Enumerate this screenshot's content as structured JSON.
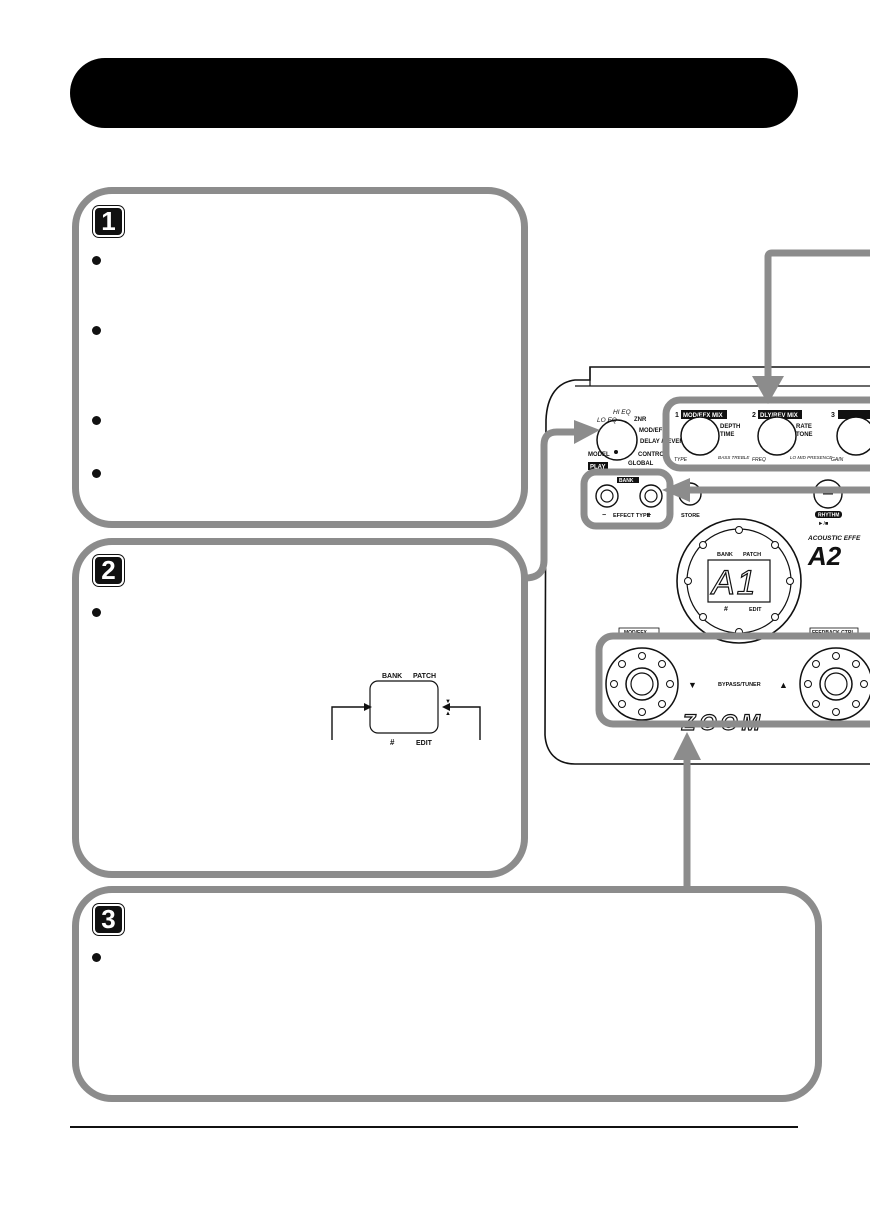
{
  "steps": [
    {
      "number": "1"
    },
    {
      "number": "2"
    },
    {
      "number": "3"
    }
  ],
  "device": {
    "mode_selector": {
      "positions": [
        "LO EQ",
        "HI EQ",
        "ZNR",
        "MOD/EFX",
        "DELAY /REVERB",
        "CONTROL",
        "GLOBAL",
        "MODEL",
        "PLAY"
      ]
    },
    "knobs": [
      {
        "number": "1",
        "header": "MOD/EFX MIX",
        "labels": [
          "DEPTH",
          "TIME"
        ],
        "bottom_left": "TYPE",
        "bottom_right": "BASS TREBLE"
      },
      {
        "number": "2",
        "header": "DLY/REV MIX",
        "labels": [
          "RATE",
          "TONE"
        ],
        "bottom_left": "FREQ",
        "bottom_right": "LO MID PRESENCE"
      },
      {
        "number": "3",
        "header": "",
        "labels": [],
        "bottom_left": "GAIN",
        "bottom_right": ""
      }
    ],
    "bank_keys": {
      "header": "BANK",
      "minus": "−",
      "plus": "+",
      "caption": "EFFECT TYPE"
    },
    "store_label": "STORE",
    "rhythm": {
      "label": "RHYTHM",
      "sub": "►/■"
    },
    "brand_text": "ACOUSTIC EFFE",
    "model_text": "A2",
    "display": {
      "bank": "BANK",
      "patch": "PATCH",
      "digits": "A1",
      "sharp": "#",
      "edit": "EDIT"
    },
    "footswitch_left_label": "MOD/EFX",
    "footswitch_right_label": "FEEDBACK CTRL",
    "bypass_label": "BYPASS/TUNER",
    "down_arrow": "▼",
    "up_arrow": "▲",
    "logo_text": "ZOOM"
  },
  "inset_display": {
    "bank": "BANK",
    "patch": "PATCH",
    "sharp": "#",
    "edit": "EDIT"
  },
  "colors": {
    "banner": "#000000",
    "panel_border": "#8c8c8c",
    "callout_arrow": "#8c8c8c"
  }
}
